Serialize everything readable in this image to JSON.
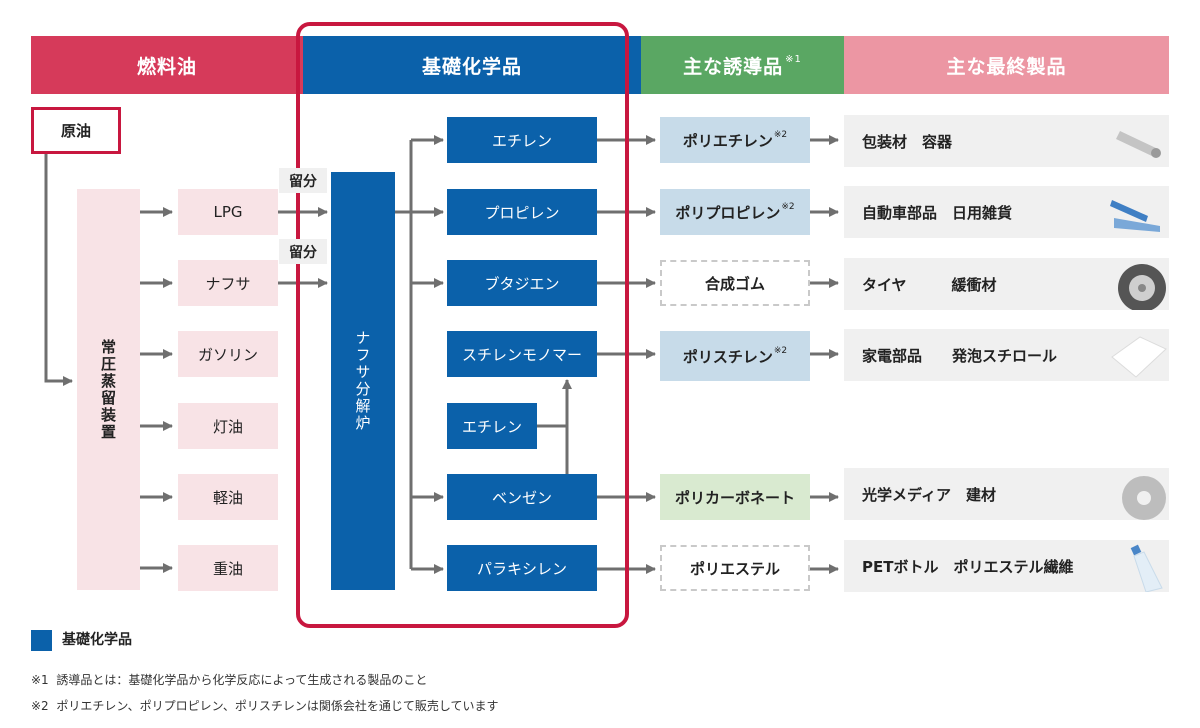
{
  "headers": {
    "fuel_oil": "燃料油",
    "basic_chemicals": "基礎化学品",
    "derivatives": "主な誘導品",
    "derivatives_mark": "※1",
    "final_products": "主な最終製品"
  },
  "crude_oil": "原油",
  "distiller": "常圧蒸留装置",
  "fuel_products": [
    "LPG",
    "ナフサ",
    "ガソリン",
    "灯油",
    "軽油",
    "重油"
  ],
  "fraction_labels": [
    "留分",
    "留分"
  ],
  "cracker": "ナフサ分解炉",
  "basic_chemicals": [
    "エチレン",
    "プロピレン",
    "ブタジエン",
    "スチレンモノマー",
    "エチレン",
    "ベンゼン",
    "パラキシレン"
  ],
  "derivatives": [
    {
      "label": "ポリエチレン",
      "mark": "※2"
    },
    {
      "label": "ポリプロピレン",
      "mark": "※2"
    },
    {
      "label": "合成ゴム",
      "mark": ""
    },
    {
      "label": "ポリスチレン",
      "mark": "※2"
    },
    {
      "label": "ポリカーボネート",
      "mark": ""
    },
    {
      "label": "ポリエステル",
      "mark": ""
    }
  ],
  "final_products": [
    "包装材　容器",
    "自動車部品　日用雑貨",
    "タイヤ　　　緩衝材",
    "家電部品　　発泡スチロール",
    "光学メディア　建材",
    "PETボトル　ポリエステル繊維"
  ],
  "product_icons": [
    "pipe-icon",
    "stapler-icon",
    "tire-icon",
    "foam-block-icon",
    "disc-icon",
    "bottle-icon"
  ],
  "legend": "基礎化学品",
  "notes": [
    "※1  誘導品とは：基礎化学品から化学反応によって生成される製品のこと",
    "※2  ポリエチレン、ポリプロピレン、ポリスチレンは関係会社を通じて販売しています"
  ],
  "colors": {
    "fuel_header": "#d63a5a",
    "basic_header": "#0b61aa",
    "deriv_header": "#5aa763",
    "final_header": "#ec96a3",
    "highlight_border": "#c8173f",
    "arrow": "#6f6f6f"
  }
}
